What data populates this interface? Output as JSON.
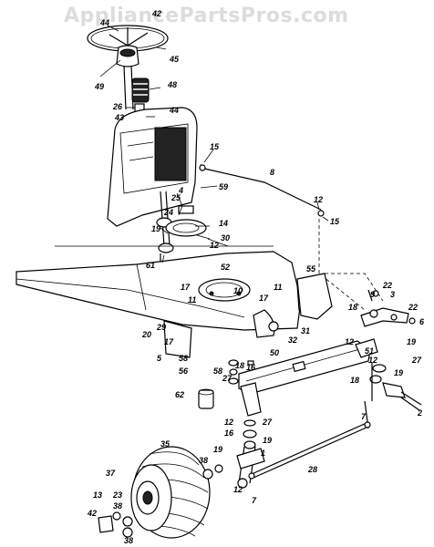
{
  "watermark": "AppliancePartsPros.com",
  "part_labels": [
    "42",
    "44",
    "45",
    "48",
    "49",
    "26",
    "43",
    "44",
    "15",
    "8",
    "59",
    "12",
    "15",
    "25",
    "4",
    "24",
    "14",
    "19",
    "30",
    "12",
    "61",
    "52",
    "55",
    "10",
    "11",
    "17",
    "17",
    "11",
    "3",
    "9",
    "22",
    "22",
    "18",
    "6",
    "29",
    "20",
    "17",
    "5",
    "58",
    "56",
    "58",
    "32",
    "50",
    "31",
    "12",
    "51",
    "19",
    "27",
    "12",
    "19",
    "16",
    "27",
    "18",
    "18",
    "2",
    "62",
    "7",
    "12",
    "16",
    "27",
    "19",
    "1",
    "28",
    "35",
    "38",
    "37",
    "12",
    "7",
    "13",
    "23",
    "42",
    "38"
  ]
}
